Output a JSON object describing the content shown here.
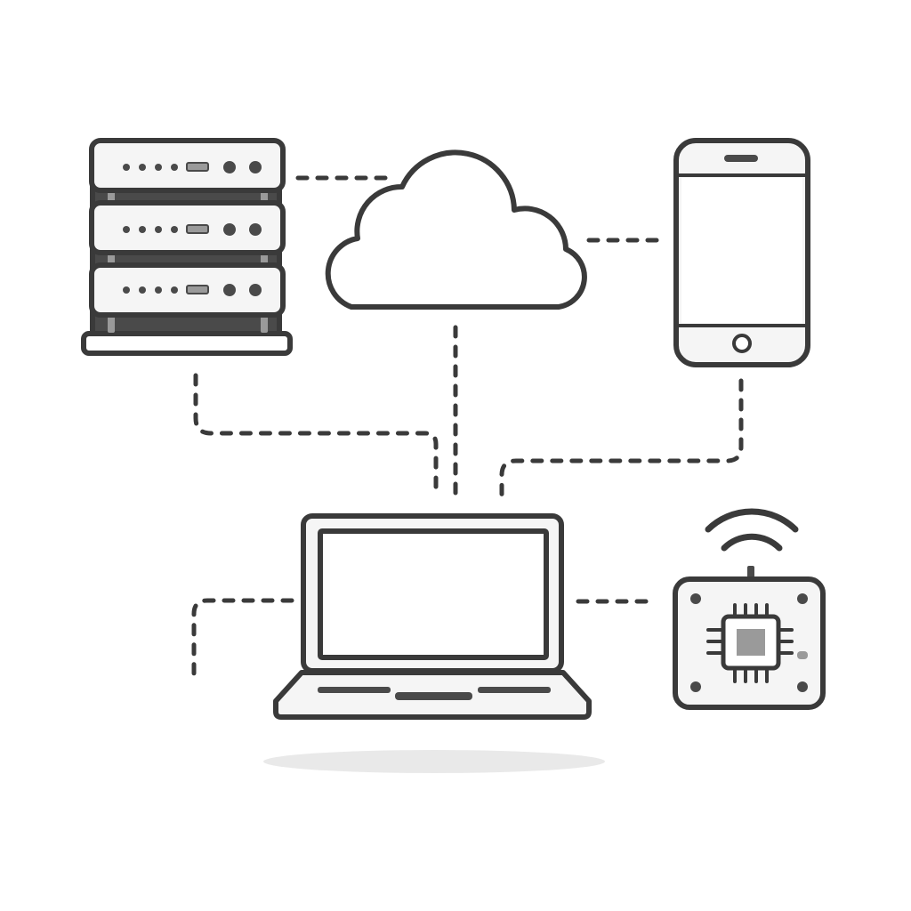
{
  "diagram": {
    "title": "",
    "nodes": [
      {
        "id": "server-rack",
        "icon": "server-rack-icon",
        "label": ""
      },
      {
        "id": "cloud",
        "icon": "cloud-icon",
        "label": ""
      },
      {
        "id": "smartphone",
        "icon": "smartphone-icon",
        "label": ""
      },
      {
        "id": "laptop",
        "icon": "laptop-icon",
        "label": ""
      },
      {
        "id": "iot-board",
        "icon": "iot-chip-board-icon",
        "label": ""
      }
    ],
    "connections": [
      {
        "from": "server-rack",
        "to": "cloud",
        "style": "dashed"
      },
      {
        "from": "smartphone",
        "to": "cloud",
        "style": "dashed"
      },
      {
        "from": "cloud",
        "to": "laptop",
        "style": "dashed"
      },
      {
        "from": "server-rack",
        "to": "laptop",
        "style": "dashed"
      },
      {
        "from": "smartphone",
        "to": "laptop",
        "style": "dashed"
      },
      {
        "from": "laptop",
        "to": "iot-board",
        "style": "dashed"
      },
      {
        "from": "laptop",
        "to": "off-canvas",
        "style": "dashed"
      }
    ]
  },
  "colors": {
    "stroke": "#3a3a3a",
    "fill": "#ffffff",
    "device_fill": "#f5f5f5",
    "dark": "#4a4a4a",
    "accent_gray": "#9a9a9a",
    "shadow": "#e9e9e9"
  }
}
